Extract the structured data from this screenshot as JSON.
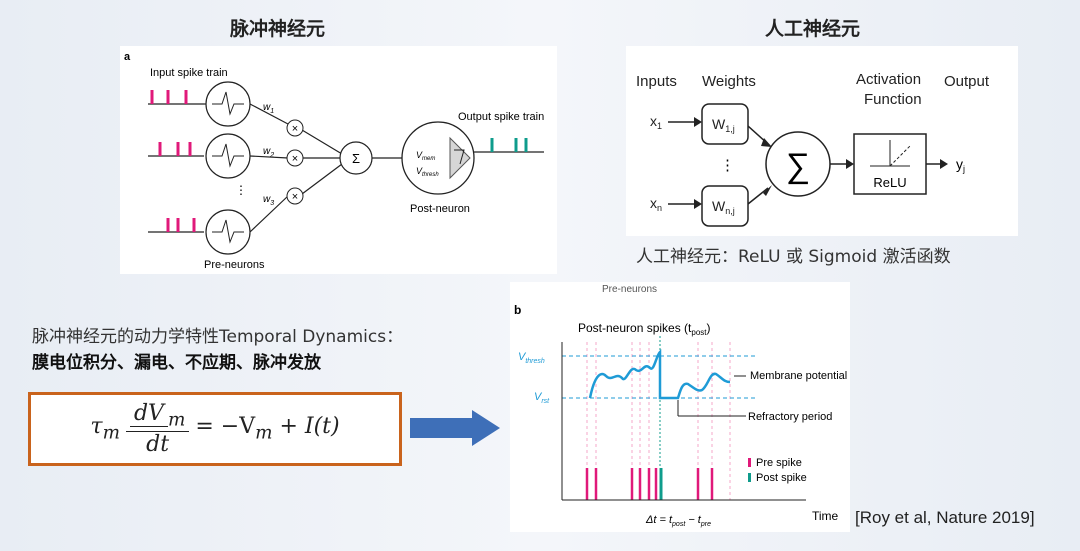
{
  "titles": {
    "left": "脉冲神经元",
    "right": "人工神经元"
  },
  "snn": {
    "panel_label": "a",
    "input_spike_train": "Input spike train",
    "w1": "w",
    "w1_sub": "1",
    "w2": "w",
    "w2_sub": "2",
    "w3": "w",
    "w3_sub": "3",
    "sum": "Σ",
    "vmem": "V",
    "vmem_sub": "mem",
    "vthresh": "V",
    "vthresh_sub": "thresh",
    "output_spike_train": "Output spike train",
    "post_neuron": "Post-neuron",
    "pre_neurons": "Pre-neurons"
  },
  "ann": {
    "inputs": "Inputs",
    "weights": "Weights",
    "activation_1": "Activation",
    "activation_2": "Function",
    "output": "Output",
    "x1": "x",
    "x1_sub": "1",
    "xn": "x",
    "xn_sub": "n",
    "w1j": "W",
    "w1j_sub": "1,j",
    "wnj": "W",
    "wnj_sub": "n,j",
    "sum": "∑",
    "relu": "ReLU",
    "yj": "y",
    "yj_sub": "j",
    "dots": "⋮",
    "caption": "人工神经元：ReLU 或 Sigmoid 激活函数"
  },
  "dynamics": {
    "line1": "脉冲神经元的动力学特性Temporal Dynamics：",
    "line2": "膜电位积分、漏电、不应期、脉冲发放",
    "eq_tau": "τ",
    "eq_tau_sub": "m",
    "eq_num": "dV",
    "eq_num_sub": "m",
    "eq_den": "dt",
    "eq_rhs": "= −V",
    "eq_rhs_sub": "m",
    "eq_rhs_tail": "+ I(t)"
  },
  "panel_b": {
    "label": "b",
    "top_cut": "Pre-neurons",
    "post_spikes": "Post-neuron spikes (t",
    "post_spikes_sub": "post",
    "post_spikes_tail": ")",
    "vthresh": "V",
    "vthresh_sub": "thresh",
    "vrst": "V",
    "vrst_sub": "rst",
    "membrane": "Membrane potential of post-neuron",
    "refractory": "Refractory period",
    "pre_spike": "Pre spike",
    "post_spike": "Post spike",
    "delta": "Δt = t",
    "delta_sub1": "post",
    "delta_mid": " − t",
    "delta_sub2": "pre",
    "time": "Time"
  },
  "reference": "[Roy et al, Nature 2019]",
  "colors": {
    "pink": "#e0197a",
    "teal": "#0f9c8c",
    "blue": "#1f9bd6",
    "orange": "#c9631c",
    "arrow": "#3e6fb8"
  }
}
